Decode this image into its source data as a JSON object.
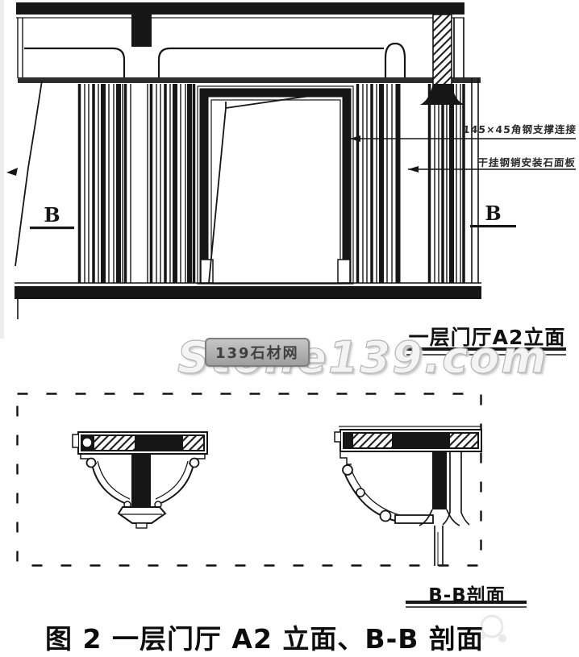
{
  "drawing": {
    "section_marker_left": "B",
    "section_marker_right": "B",
    "annotation_1": "145×45角钢支撑连接",
    "annotation_2": "干挂钢销安装石面板",
    "elevation_caption": "一层门厅A2立面",
    "section_caption": "B-B剖面",
    "figure_title": "图 2  一层门厅 A2 立面、B-B 剖面"
  },
  "watermark": {
    "site_text": "Stone139.com",
    "badge_text": "139石材网"
  },
  "colors": {
    "ink": "#161616",
    "paper": "#ffffff",
    "watermark_fill": "#f4f4f4",
    "watermark_outline": "#b5b5b5",
    "badge_bg": "#ababab",
    "badge_text_color": "#3f3f3f"
  }
}
